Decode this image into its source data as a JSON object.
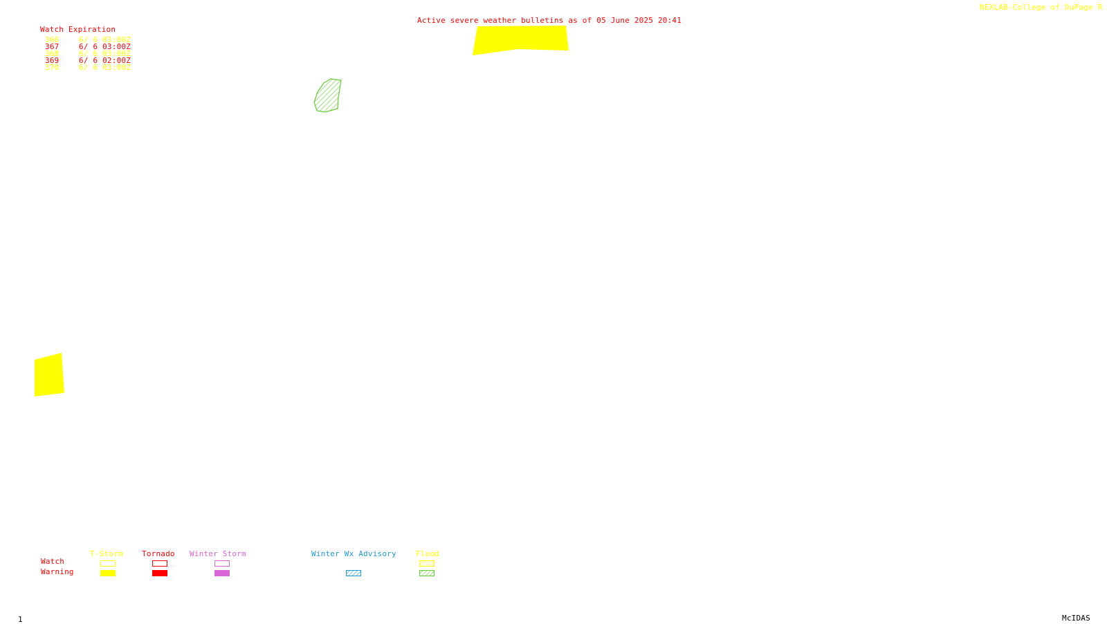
{
  "header": {
    "title": "Active severe weather bulletins as of 05 June 2025 20:41",
    "credit": "NEXLAB-College of DuPage R"
  },
  "watch_table": {
    "heading": "Watch Expiration",
    "rows": [
      {
        "number": "366",
        "expires": "6/ 6 03:00Z",
        "type": "T-Storm",
        "color": "#ffff00"
      },
      {
        "number": "367",
        "expires": "6/ 6 03:00Z",
        "type": "Tornado",
        "color": "#ff0000"
      },
      {
        "number": "368",
        "expires": "6/ 6 03:00Z",
        "type": "T-Storm",
        "color": "#ffff00"
      },
      {
        "number": "369",
        "expires": "6/ 6 02:00Z",
        "type": "Tornado",
        "color": "#ff0000"
      },
      {
        "number": "370",
        "expires": "6/ 6 03:00Z",
        "type": "T-Storm",
        "color": "#ffff00"
      }
    ]
  },
  "legend": {
    "row_labels": {
      "watch": "Watch",
      "warning": "Warning"
    },
    "columns": [
      {
        "label": "T-Storm",
        "color": "#ffff00",
        "watch_style": "outline",
        "warning_style": "filled"
      },
      {
        "label": "Tornado",
        "color": "#ff0000",
        "watch_style": "outline",
        "warning_style": "filled"
      },
      {
        "label": "Winter Storm",
        "color": "#d966d6",
        "watch_style": "outline",
        "warning_style": "filled"
      },
      {
        "label": "Winter Wx Advisory",
        "color": "#1e9bd7",
        "watch_style": "none",
        "warning_style": "hatched"
      },
      {
        "label": "Flood",
        "color": "#ffff00",
        "watch_style": "hatched",
        "warning_style": "hatched",
        "warning_color": "#66cc33"
      }
    ]
  },
  "map_features": [
    {
      "kind": "T-Storm warning",
      "style": "filled",
      "color": "#ffff00"
    },
    {
      "kind": "Flood warning",
      "style": "hatched",
      "color": "#66cc33"
    },
    {
      "kind": "T-Storm warning",
      "style": "filled",
      "color": "#ffff00"
    }
  ],
  "footer": {
    "frame_number": "1",
    "software": "McIDAS"
  }
}
